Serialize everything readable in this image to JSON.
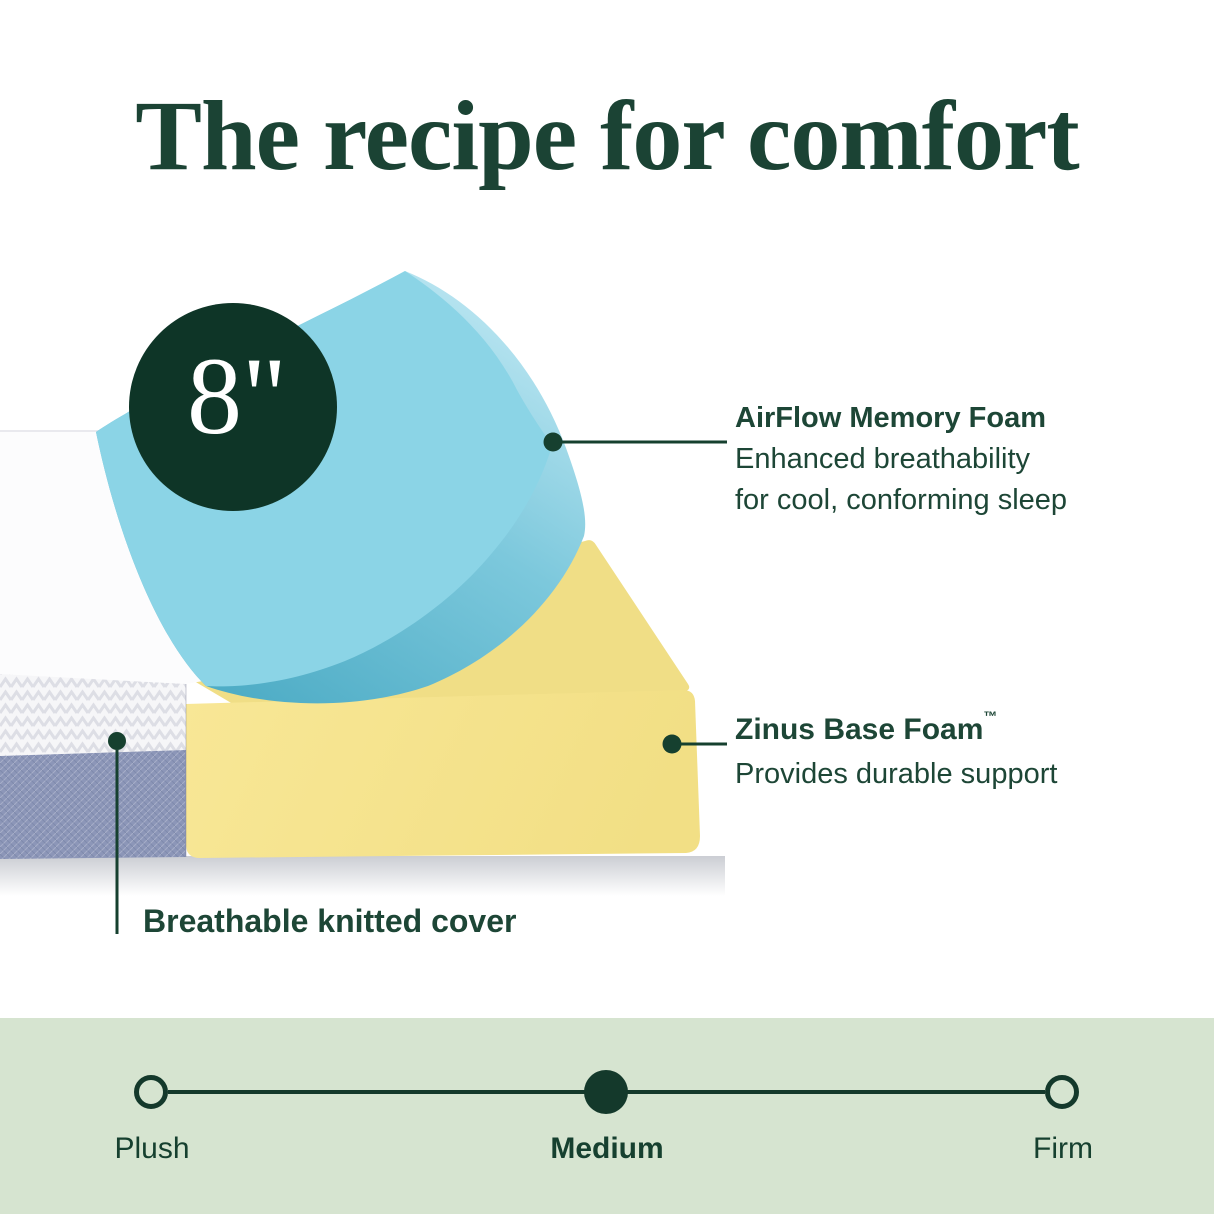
{
  "title": "The recipe for comfort",
  "badge": {
    "label": "8\""
  },
  "callouts": {
    "airflow": {
      "heading": "AirFlow Memory Foam",
      "line1": "Enhanced breathability",
      "line2": "for cool, conforming sleep"
    },
    "base": {
      "heading": "Zinus Base Foam",
      "tm": "™",
      "line1": "Provides durable support"
    },
    "cover": {
      "label": "Breathable knitted cover"
    }
  },
  "firmness_scale": {
    "left": "Plush",
    "middle": "Medium",
    "right": "Firm",
    "selected": "Medium"
  },
  "colors": {
    "accent_green": "#1d4636",
    "badge_green": "#0e3527",
    "scale_green": "#14392b",
    "band_background": "#d6e4d0",
    "memory_foam_blue": "#8bd4e6",
    "memory_foam_edge": "#57b2ca",
    "base_foam_yellow": "#f7e593",
    "cover_band_gray_blue": "#8c96b8"
  }
}
